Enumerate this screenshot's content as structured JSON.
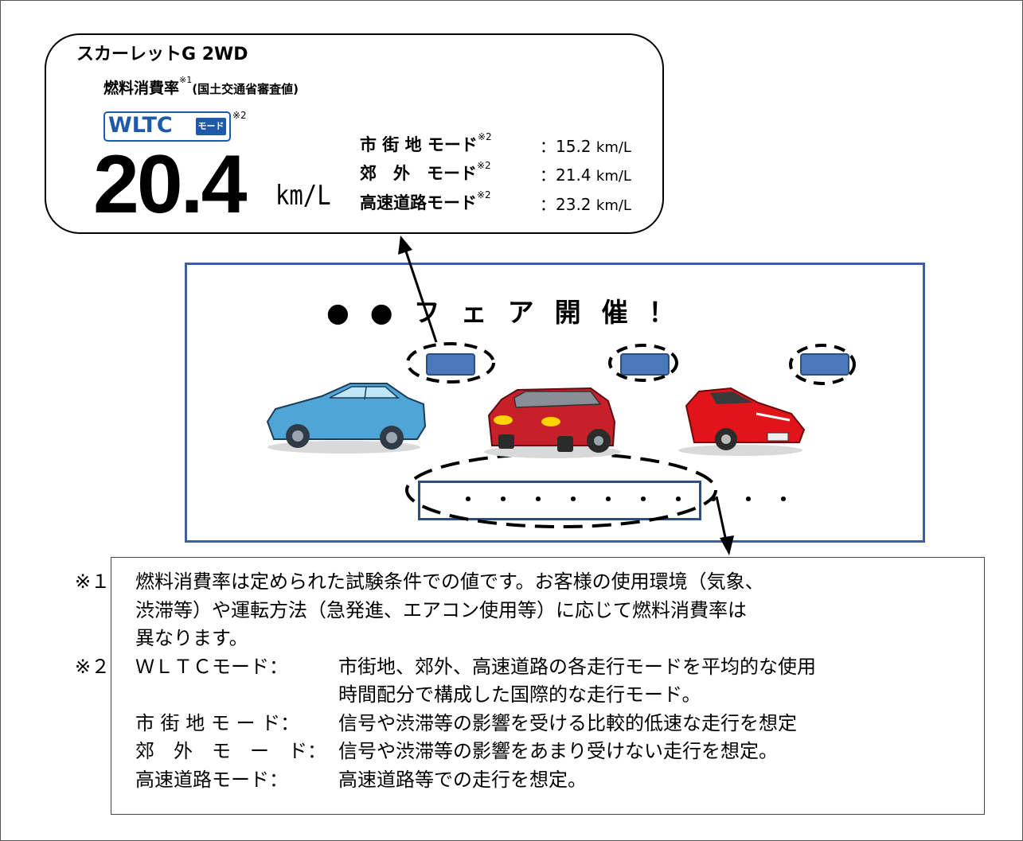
{
  "label": {
    "model": "スカーレットG 2WD",
    "fuel_title": "燃料消費率",
    "fuel_title_note": "※1",
    "fuel_title_paren": "(国土交通省審査値)",
    "wltc_logo_text": "WLTC",
    "wltc_logo_mode": "モード",
    "wltc_note": "※2",
    "main_value": "20.4",
    "main_unit": "km/L",
    "modes": [
      {
        "label": "市 街 地 モード",
        "note": "※2",
        "value": "：15.2",
        "unit": "km/L"
      },
      {
        "label": "郊　外　モード",
        "note": "※2",
        "value": "：21.4",
        "unit": "km/L"
      },
      {
        "label": "高速道路モード",
        "note": "※2",
        "value": "：23.2",
        "unit": "km/L"
      }
    ]
  },
  "scene": {
    "headline": "●●フェア開催！",
    "board_dots": "・・・・・・・・・・"
  },
  "notes": {
    "n1_mark": "※１",
    "n1_lines": [
      "燃料消費率は定められた試験条件での値です。お客様の使用環境（気象、",
      "渋滞等）や運転方法（急発進、エアコン使用等）に応じて燃料消費率は",
      "異なります。"
    ],
    "n2_mark": "※２",
    "n2_term": "ＷＬＴＣモード：",
    "n2_lines": [
      "市街地、郊外、高速道路の各走行モードを平均的な使用",
      "時間配分で構成した国際的な走行モード。"
    ],
    "defs": [
      {
        "term": "市 街 地 モ ー ド：",
        "desc": "信号や渋滞等の影響を受ける比較的低速な走行を想定"
      },
      {
        "term": "郊　外　モ　ー　ド：",
        "desc": "信号や渋滞等の影響をあまり受けない走行を想定。"
      },
      {
        "term": "高速道路モード：",
        "desc": "高速道路等での走行を想定。"
      }
    ]
  },
  "colors": {
    "accent": "#1e5aa8",
    "scene_border": "#3e5f9a",
    "tag": "#4a78b8"
  }
}
